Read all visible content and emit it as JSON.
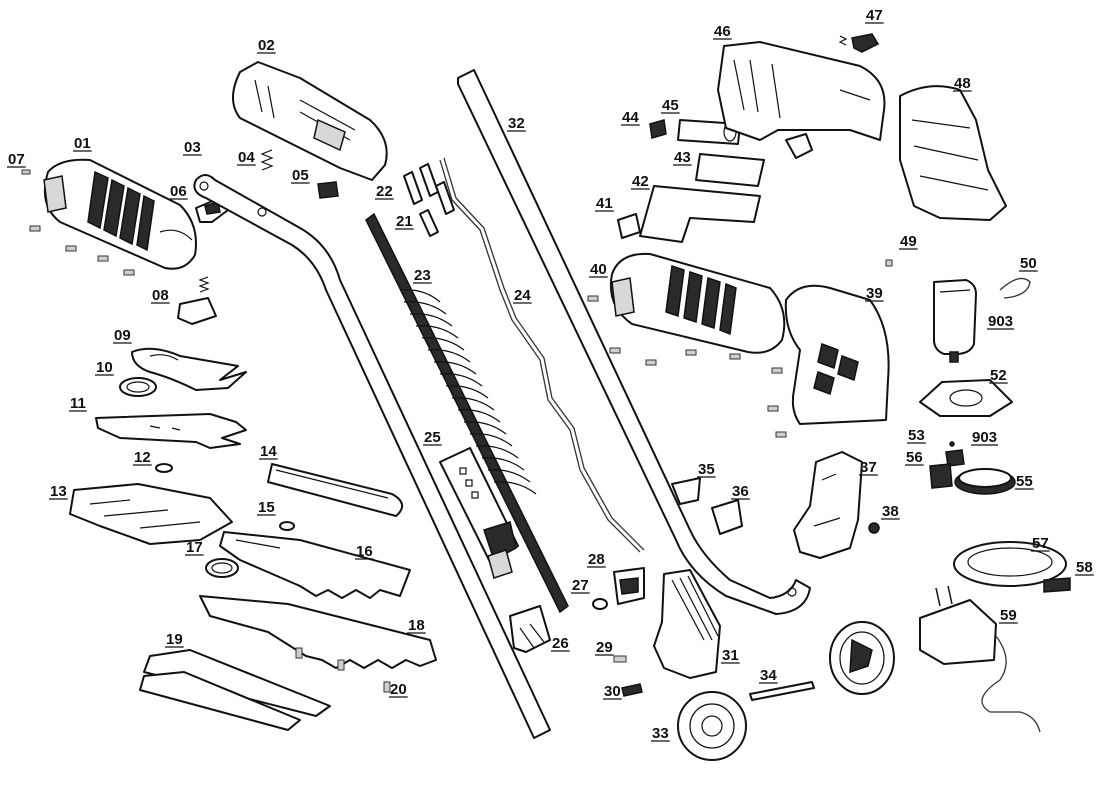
{
  "parts": [
    {
      "id": "01"
    },
    {
      "id": "02"
    },
    {
      "id": "03"
    },
    {
      "id": "04"
    },
    {
      "id": "05"
    },
    {
      "id": "06"
    },
    {
      "id": "07"
    },
    {
      "id": "08"
    },
    {
      "id": "09"
    },
    {
      "id": "10"
    },
    {
      "id": "11"
    },
    {
      "id": "12"
    },
    {
      "id": "13"
    },
    {
      "id": "14"
    },
    {
      "id": "15"
    },
    {
      "id": "16"
    },
    {
      "id": "17"
    },
    {
      "id": "18"
    },
    {
      "id": "19"
    },
    {
      "id": "20"
    },
    {
      "id": "21"
    },
    {
      "id": "22"
    },
    {
      "id": "23"
    },
    {
      "id": "24"
    },
    {
      "id": "25"
    },
    {
      "id": "26"
    },
    {
      "id": "27"
    },
    {
      "id": "28"
    },
    {
      "id": "29"
    },
    {
      "id": "30"
    },
    {
      "id": "31"
    },
    {
      "id": "32"
    },
    {
      "id": "33"
    },
    {
      "id": "34"
    },
    {
      "id": "35"
    },
    {
      "id": "36"
    },
    {
      "id": "37"
    },
    {
      "id": "38"
    },
    {
      "id": "39"
    },
    {
      "id": "40"
    },
    {
      "id": "41"
    },
    {
      "id": "42"
    },
    {
      "id": "43"
    },
    {
      "id": "44"
    },
    {
      "id": "45"
    },
    {
      "id": "46"
    },
    {
      "id": "47"
    },
    {
      "id": "48"
    },
    {
      "id": "49"
    },
    {
      "id": "50"
    },
    {
      "id": "52"
    },
    {
      "id": "53"
    },
    {
      "id": "55"
    },
    {
      "id": "56"
    },
    {
      "id": "57"
    },
    {
      "id": "58"
    },
    {
      "id": "59"
    },
    {
      "id": "903"
    },
    {
      "id": "903"
    }
  ]
}
